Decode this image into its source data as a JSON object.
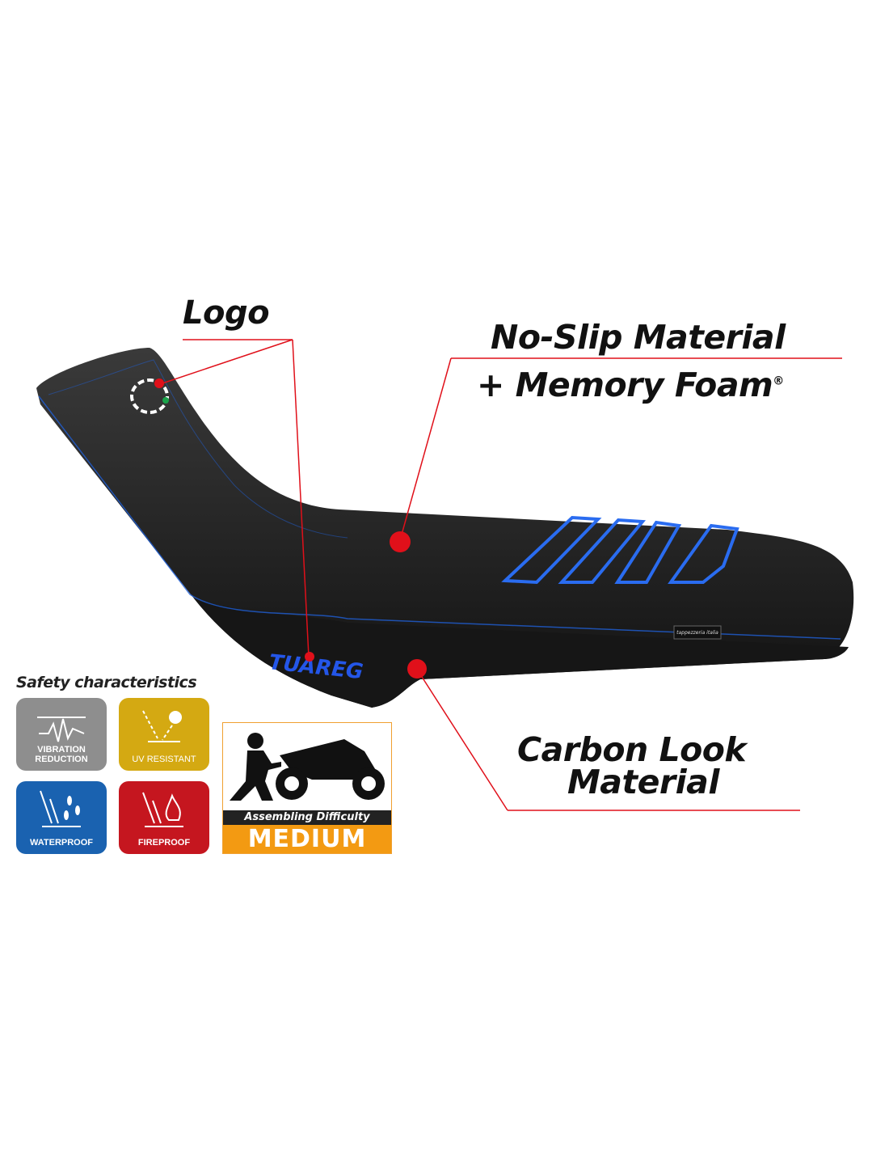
{
  "callouts": {
    "logo": "Logo",
    "no_slip_line1": "No-Slip Material",
    "no_slip_line2": "+ Memory Foam",
    "registered_mark": "®",
    "carbon_line1": "Carbon Look",
    "carbon_line2": "Material"
  },
  "seat": {
    "embroidery_text": "TUAREG",
    "label_tag": "tappezzeria italia",
    "stitch_color": "#1f5fd6",
    "accent_red": "#e0101a"
  },
  "safety": {
    "title": "Safety characteristics",
    "badges": [
      {
        "label_1": "VIBRATION",
        "label_2": "REDUCTION",
        "color": "#8e8e8e",
        "icon": "vibration-icon"
      },
      {
        "label_1": "UV RESISTANT",
        "label_2": "",
        "color": "#d4a912",
        "icon": "uv-sun-icon"
      },
      {
        "label_1": "WATERPROOF",
        "label_2": "",
        "color": "#1a62b0",
        "icon": "water-drops-icon"
      },
      {
        "label_1": "FIREPROOF",
        "label_2": "",
        "color": "#c5161f",
        "icon": "flame-icon"
      }
    ]
  },
  "assembly": {
    "caption": "Assembling Difficulty",
    "level": "MEDIUM"
  }
}
